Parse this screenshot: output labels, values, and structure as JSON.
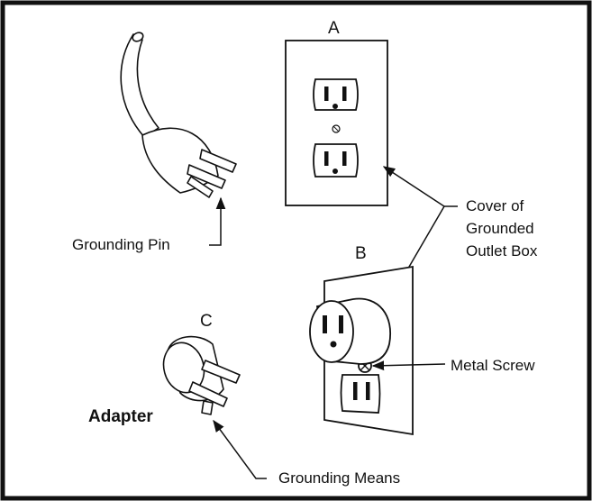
{
  "figure": {
    "panel_labels": {
      "a": "A",
      "b": "B",
      "c": "C"
    },
    "labels": {
      "grounding_pin": "Grounding Pin",
      "cover_line1": "Cover of",
      "cover_line2": "Grounded",
      "cover_line3": "Outlet Box",
      "metal_screw": "Metal Screw",
      "adapter": "Adapter",
      "grounding_means": "Grounding Means"
    }
  }
}
